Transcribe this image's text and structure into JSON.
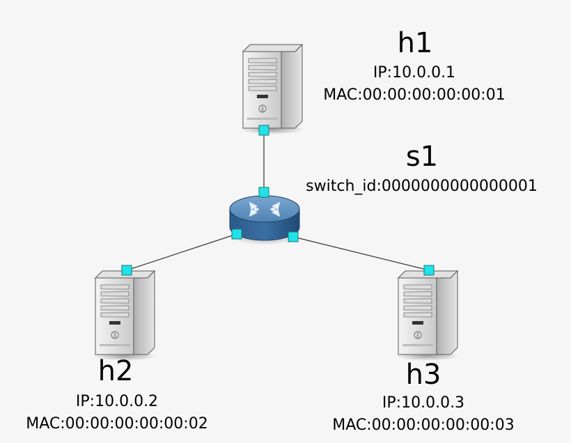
{
  "switch": {
    "name": "s1",
    "switch_id": "switch_id:0000000000000001"
  },
  "hosts": [
    {
      "name": "h1",
      "ip": "IP:10.0.0.1",
      "mac": "MAC:00:00:00:00:00:01"
    },
    {
      "name": "h2",
      "ip": "IP:10.0.0.2",
      "mac": "MAC:00:00:00:00:00:02"
    },
    {
      "name": "h3",
      "ip": "IP:10.0.0.3",
      "mac": "MAC:00:00:00:00:00:03"
    }
  ],
  "links": [
    {
      "from": "h1",
      "to": "s1"
    },
    {
      "from": "s1",
      "to": "h2"
    },
    {
      "from": "s1",
      "to": "h3"
    }
  ],
  "colors": {
    "port": "#1fe3e8",
    "switch_top": "#5c8fbe",
    "switch_side": "#2e5f91",
    "link": "#333333"
  }
}
